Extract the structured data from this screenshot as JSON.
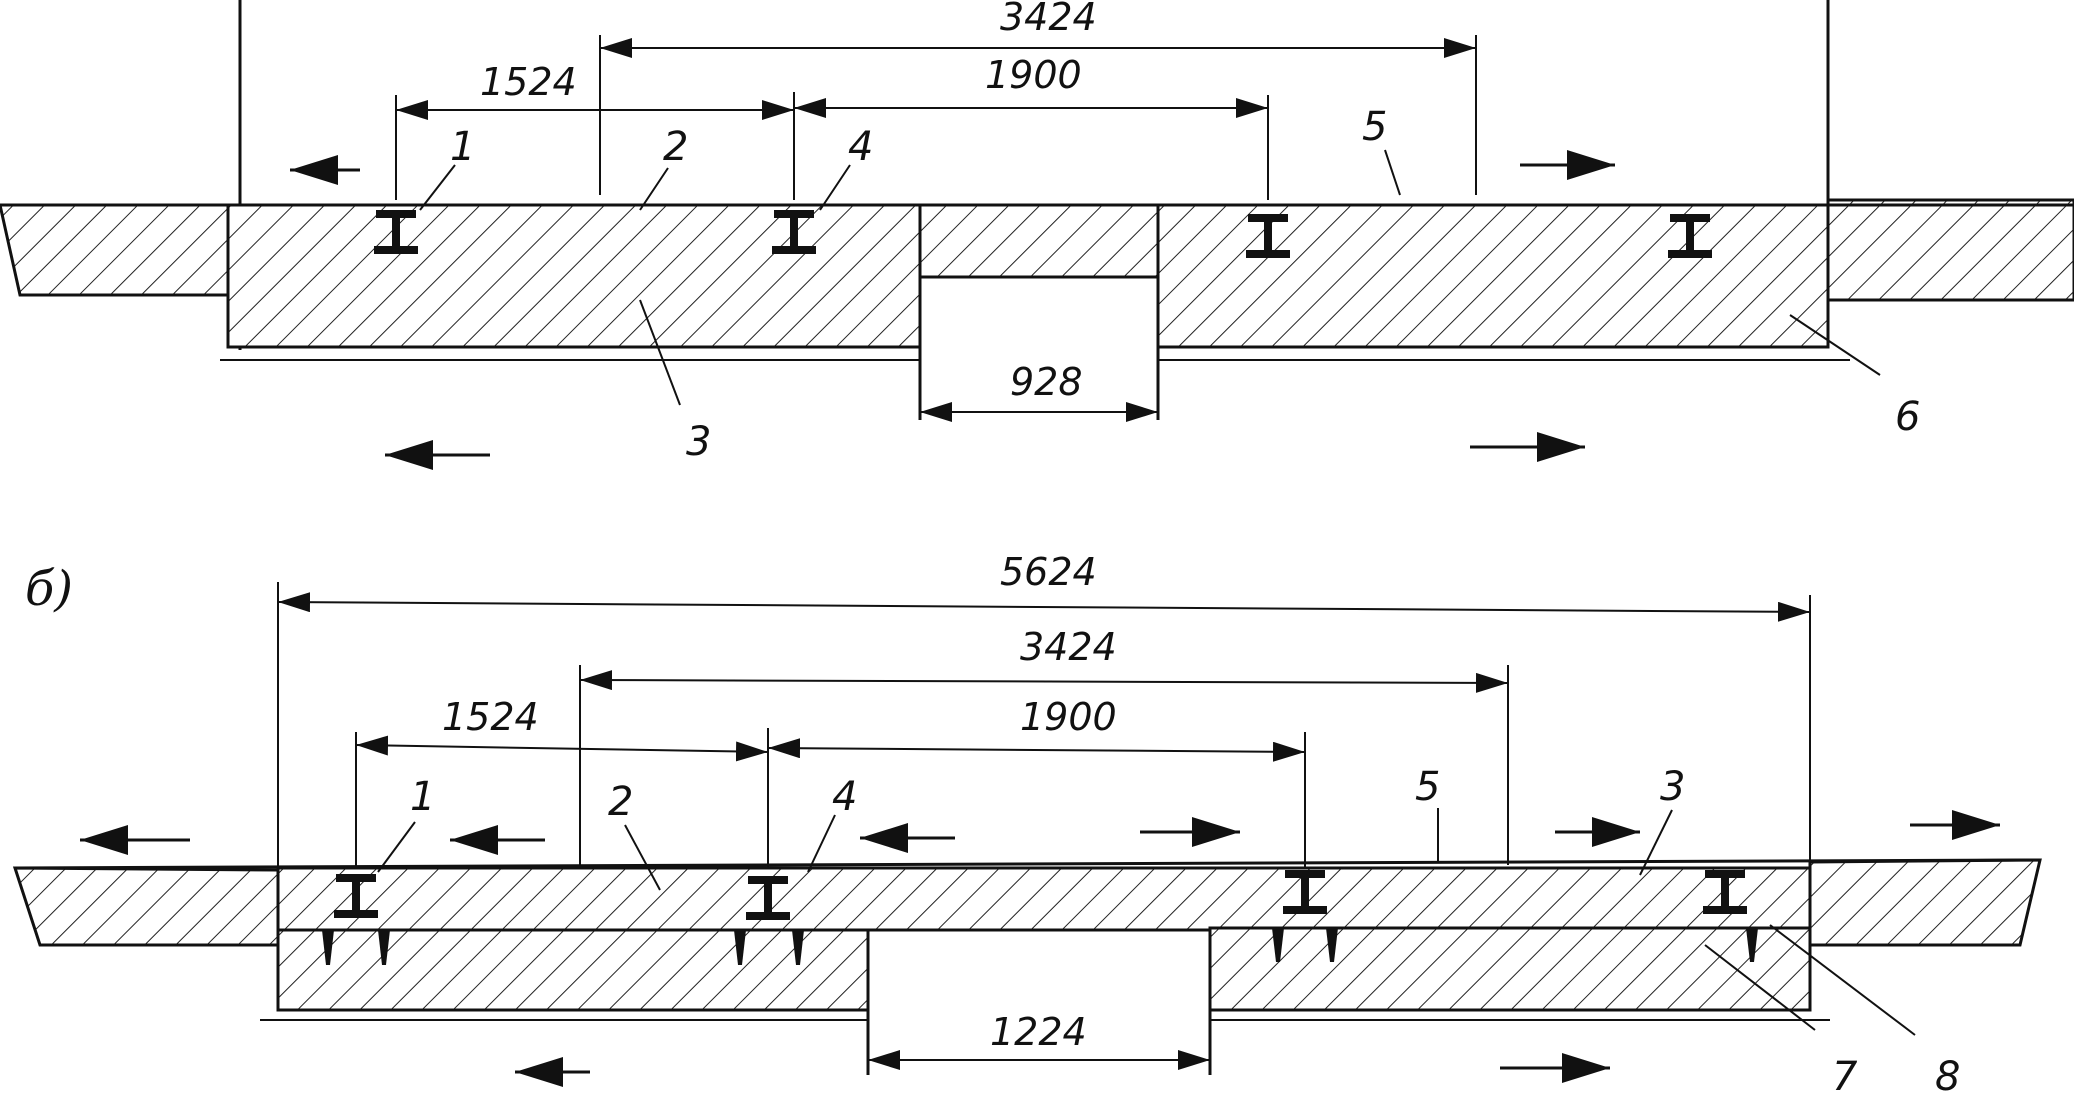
{
  "panel_a": {
    "dims": {
      "d3424": "3424",
      "d1524": "1524",
      "d1900": "1900",
      "d928": "928"
    },
    "callouts": [
      "1",
      "2",
      "3",
      "4",
      "5",
      "6"
    ]
  },
  "panel_b": {
    "label": "б)",
    "dims": {
      "d5624": "5624",
      "d3424": "3424",
      "d1524": "1524",
      "d1900": "1900",
      "d1224": "1224"
    },
    "callouts": [
      "1",
      "2",
      "3",
      "4",
      "5",
      "7",
      "8"
    ]
  }
}
